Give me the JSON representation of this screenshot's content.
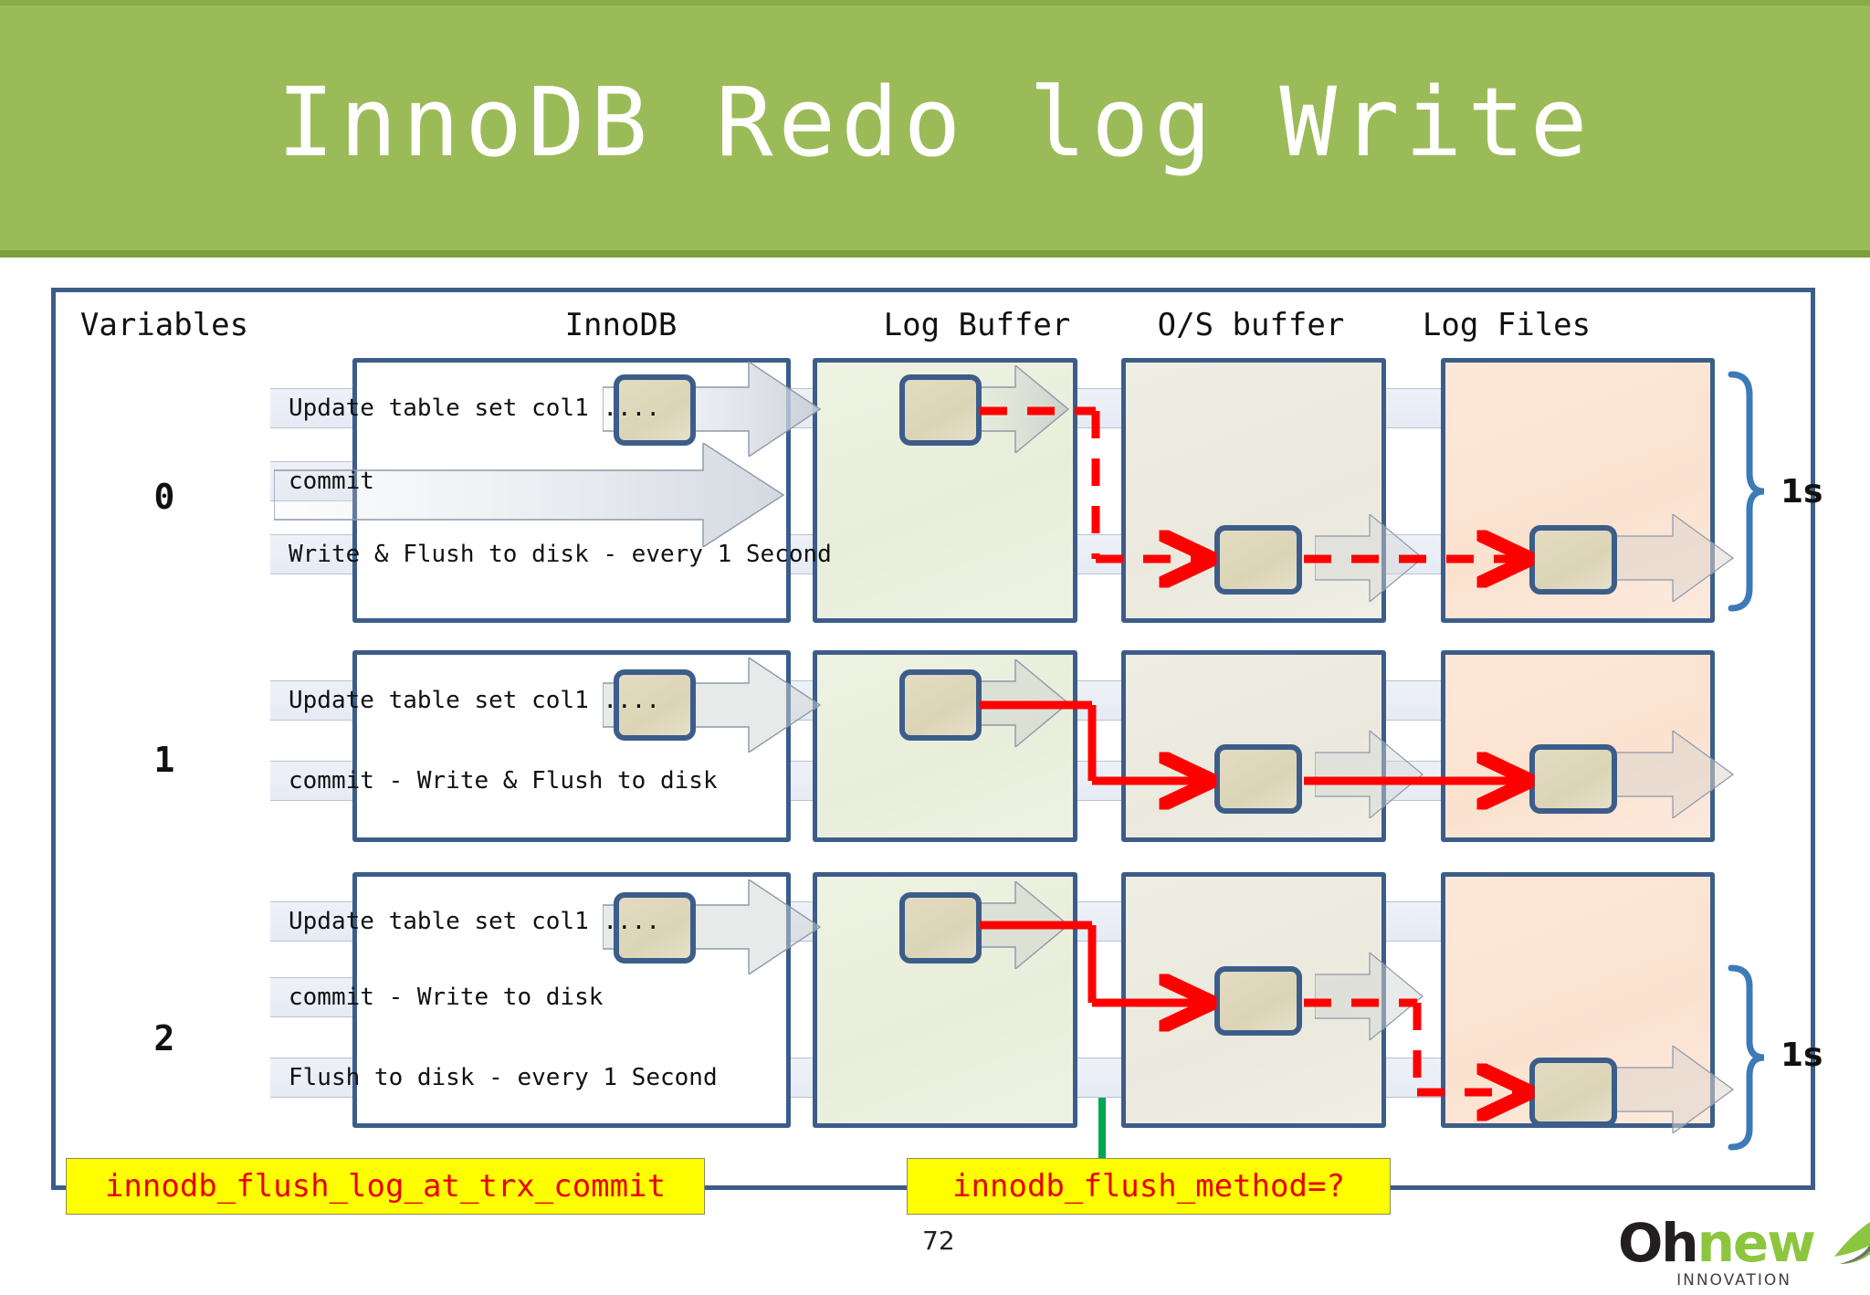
{
  "slide": {
    "title": "InnoDB Redo log Write",
    "page_number": "72",
    "banner_color": "#9bbb59",
    "frame_color": "#3c5d8a"
  },
  "columns": [
    {
      "id": "variables",
      "label": "Variables"
    },
    {
      "id": "innodb",
      "label": "InnoDB"
    },
    {
      "id": "logbuffer",
      "label": "Log Buffer"
    },
    {
      "id": "osbuffer",
      "label": "O/S buffer"
    },
    {
      "id": "logfiles",
      "label": "Log Files"
    }
  ],
  "rows": [
    {
      "variable": "0",
      "statements": [
        "Update table set col1 ....",
        "commit",
        "Write & Flush to disk - every 1 Second"
      ],
      "flow_style": "dashed",
      "flow_color": "#ff0000",
      "timing_label": "1s",
      "has_timing_brace": true
    },
    {
      "variable": "1",
      "statements": [
        "Update table set col1 ....",
        "commit - Write & Flush to disk"
      ],
      "flow_style": "solid",
      "flow_color": "#ff0000",
      "timing_label": "",
      "has_timing_brace": false
    },
    {
      "variable": "2",
      "statements": [
        "Update table set col1 ....",
        "commit  - Write to disk",
        "Flush to disk - every 1 Second"
      ],
      "flow_style": "mixed",
      "flow_color": "#ff0000",
      "timing_label": "1s",
      "has_timing_brace": true
    }
  ],
  "callouts": [
    {
      "id": "trx-commit",
      "text": "innodb_flush_log_at_trx_commit",
      "bg": "#ffff00",
      "fg": "#e80000"
    },
    {
      "id": "flush-method",
      "text": "innodb_flush_method=?",
      "bg": "#ffff00",
      "fg": "#e80000"
    }
  ],
  "logo": {
    "part1": "Oh",
    "part2": "new",
    "tagline": "INNOVATION",
    "color_dark": "#231f20",
    "color_green": "#8cc63f"
  }
}
